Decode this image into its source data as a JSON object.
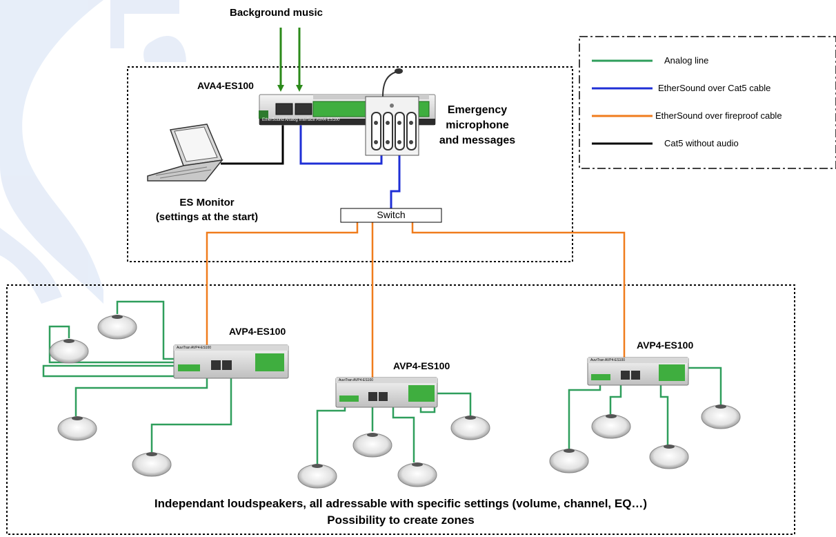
{
  "title": "Background music",
  "devices": {
    "main_unit": "AVA4-ES100",
    "switch": "Switch",
    "amp_left": "AVP4-ES100",
    "amp_center": "AVP4-ES100",
    "amp_right": "AVP4-ES100",
    "device_tiny_text": "EtherSound Analog Interface AVA4-ES100",
    "amp_tiny_text": "AuviTran AVP4-ES100"
  },
  "monitor": {
    "line1": "ES Monitor",
    "line2": "(settings at the start)"
  },
  "mic": {
    "line1": "Emergency",
    "line2": "microphone",
    "line3": "and messages"
  },
  "legend": {
    "items": [
      {
        "label": "Analog line",
        "color": "#2e9e5b"
      },
      {
        "label": "EtherSound over Cat5 cable",
        "color": "#1f2fd6"
      },
      {
        "label": "EtherSound over fireproof cable",
        "color": "#f07c1c"
      },
      {
        "label": "Cat5 without audio",
        "color": "#000000"
      }
    ]
  },
  "footer": {
    "line1": "Independant loudspeakers, all adressable with specific settings (volume, channel, EQ…)",
    "line2": "Possibility to create zones"
  },
  "colors": {
    "analog": "#2e9e5b",
    "cat5": "#1f2fd6",
    "fireproof": "#f07c1c",
    "black": "#000000",
    "music_arrow": "#2b8a1a",
    "watermark": "#dde6f5"
  }
}
